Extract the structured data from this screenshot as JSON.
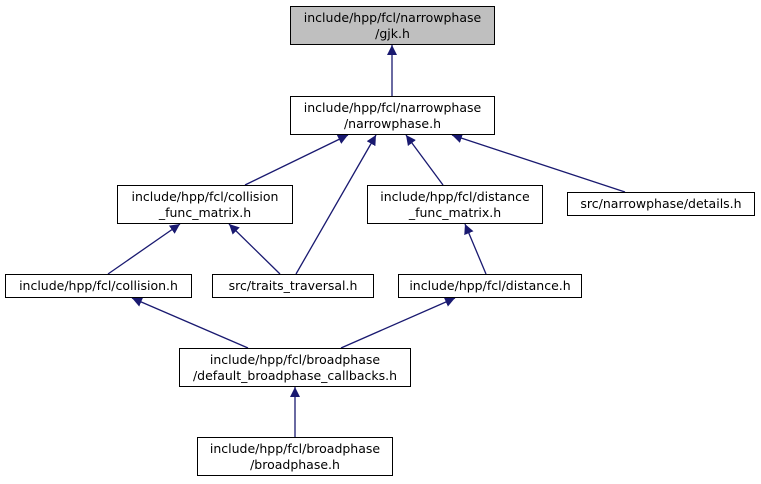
{
  "colors": {
    "edge": "#191970",
    "node_border": "#000000",
    "current_fill": "#bfbfbf",
    "node_fill": "#ffffff"
  },
  "nodes": {
    "gjk": {
      "line1": "include/hpp/fcl/narrowphase",
      "line2": "/gjk.h"
    },
    "narrowphase": {
      "line1": "include/hpp/fcl/narrowphase",
      "line2": "/narrowphase.h"
    },
    "collision_fm": {
      "line1": "include/hpp/fcl/collision",
      "line2": "_func_matrix.h"
    },
    "distance_fm": {
      "line1": "include/hpp/fcl/distance",
      "line2": "_func_matrix.h"
    },
    "details": {
      "line1": "src/narrowphase/details.h"
    },
    "collision": {
      "line1": "include/hpp/fcl/collision.h"
    },
    "traits": {
      "line1": "src/traits_traversal.h"
    },
    "distance": {
      "line1": "include/hpp/fcl/distance.h"
    },
    "default_cb": {
      "line1": "include/hpp/fcl/broadphase",
      "line2": "/default_broadphase_callbacks.h"
    },
    "broadphase": {
      "line1": "include/hpp/fcl/broadphase",
      "line2": "/broadphase.h"
    }
  }
}
